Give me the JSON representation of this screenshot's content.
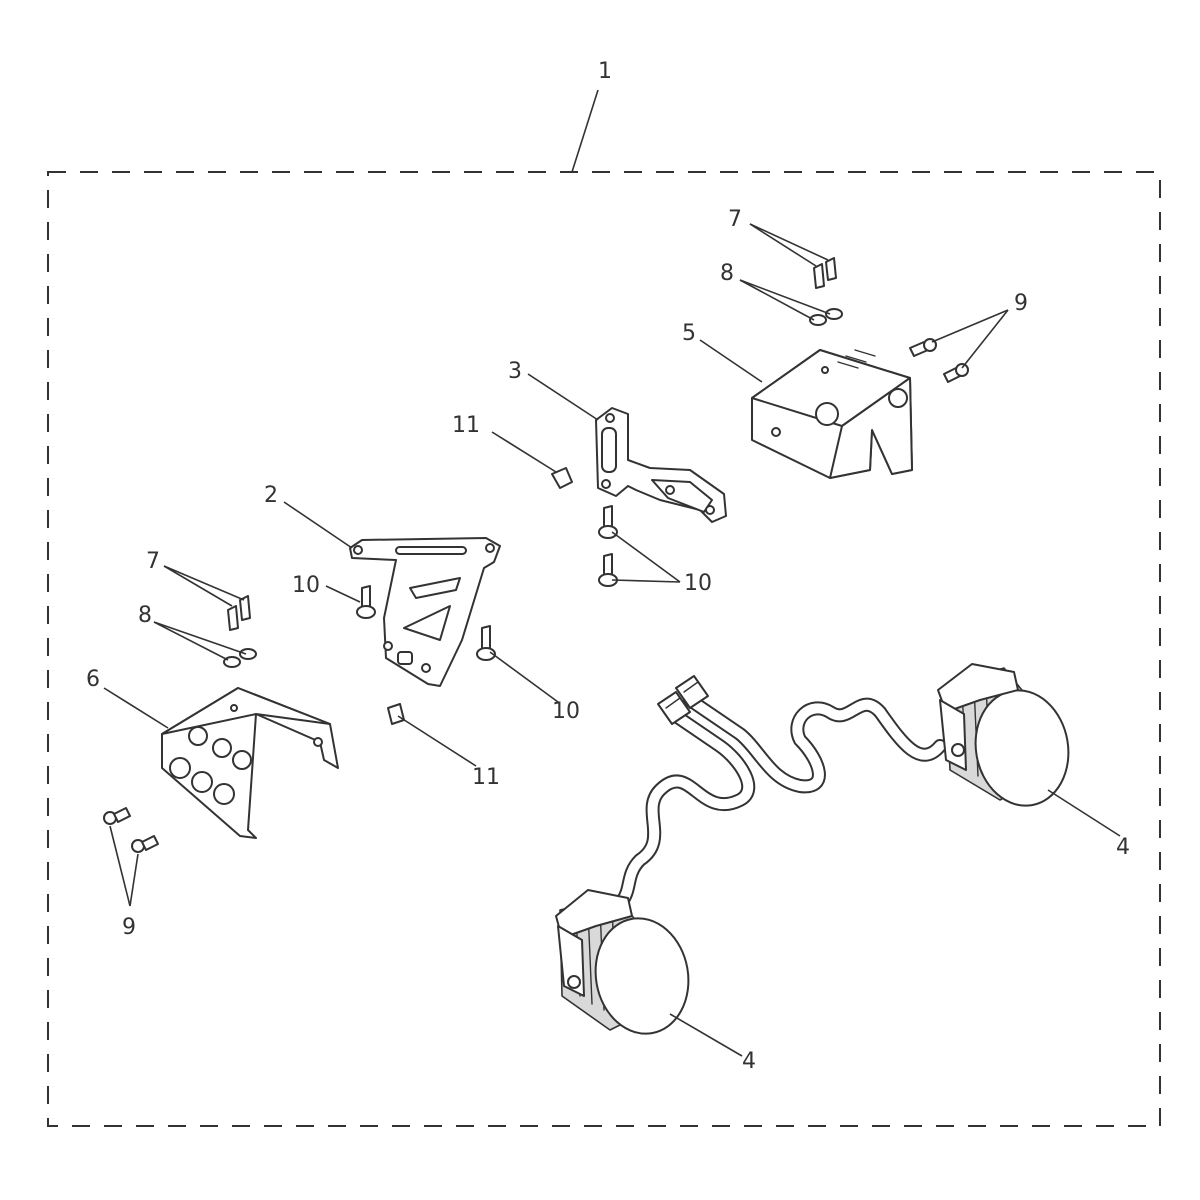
{
  "diagram": {
    "callouts": [
      {
        "id": "c1",
        "label": "1"
      },
      {
        "id": "c2",
        "label": "2"
      },
      {
        "id": "c3",
        "label": "3"
      },
      {
        "id": "c4a",
        "label": "4"
      },
      {
        "id": "c4b",
        "label": "4"
      },
      {
        "id": "c5",
        "label": "5"
      },
      {
        "id": "c6",
        "label": "6"
      },
      {
        "id": "c7a",
        "label": "7"
      },
      {
        "id": "c7b",
        "label": "7"
      },
      {
        "id": "c8a",
        "label": "8"
      },
      {
        "id": "c8b",
        "label": "8"
      },
      {
        "id": "c9a",
        "label": "9"
      },
      {
        "id": "c9b",
        "label": "9"
      },
      {
        "id": "c10a",
        "label": "10"
      },
      {
        "id": "c10b",
        "label": "10"
      },
      {
        "id": "c10c",
        "label": "10"
      },
      {
        "id": "c11a",
        "label": "11"
      },
      {
        "id": "c11b",
        "label": "11"
      }
    ],
    "colors": {
      "line": "#333333",
      "background": "#ffffff",
      "shade": "#d9d9d9"
    }
  }
}
